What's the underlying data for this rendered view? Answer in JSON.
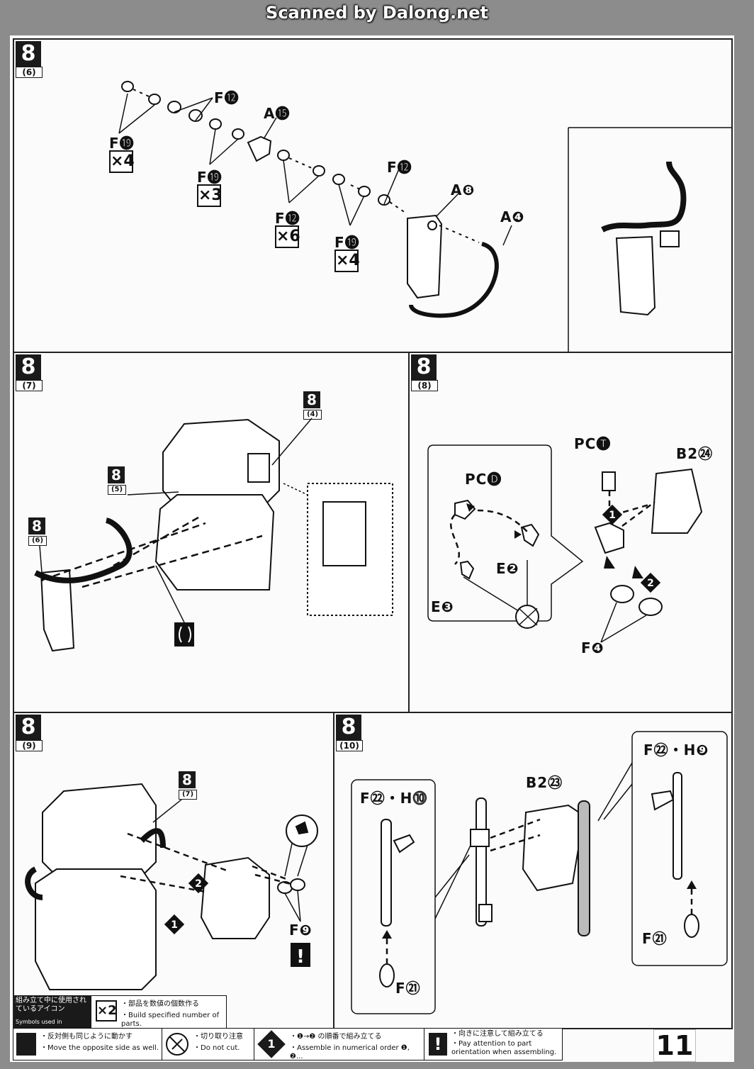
{
  "scanner": "Scanned by Dalong.net",
  "page_number": "11",
  "steps": {
    "s6": {
      "num": "8",
      "sub": "(6)"
    },
    "s7": {
      "num": "8",
      "sub": "(7)"
    },
    "s8": {
      "num": "8",
      "sub": "(8)"
    },
    "s9": {
      "num": "8",
      "sub": "(9)"
    },
    "s10": {
      "num": "8",
      "sub": "(10)"
    }
  },
  "refs": {
    "r4": {
      "num": "8",
      "sub": "(4)"
    },
    "r5": {
      "num": "8",
      "sub": "(5)"
    },
    "r6": {
      "num": "8",
      "sub": "(6)"
    },
    "r7": {
      "num": "8",
      "sub": "(7)"
    }
  },
  "parts6": {
    "f12a": "F⓬",
    "a15": "A⓯",
    "f19a": "F⓳",
    "qty4a": "×4",
    "f19b": "F⓳",
    "qty3": "×3",
    "f12b": "F⓬",
    "qty6": "×6",
    "f12c": "F⓬",
    "f19c": "F⓳",
    "qty4b": "×4",
    "a8": "A❽",
    "a4": "A❹"
  },
  "parts8": {
    "pct": "PC🅣",
    "pcd": "PC🅓",
    "b224": "B2㉔",
    "e2": "E❷",
    "e3": "E❸",
    "f4": "F❹",
    "n1": "1",
    "n2": "2"
  },
  "parts9": {
    "f9": "F❾",
    "n1": "1",
    "n2": "2"
  },
  "parts10": {
    "f22h10": "F㉒・H⓾",
    "b223": "B2㉓",
    "f22h9": "F㉒・H❾",
    "f21a": "F㉑",
    "f21b": "F㉑"
  },
  "legend": {
    "title_jp": "組み立て中に使用されているアイコン",
    "title_en": "Symbols used in instructions",
    "x2_jp": "・部品を数値の個数作る",
    "x2_en": "・Build specified number of parts.",
    "x2_icon": "×2",
    "opp_jp": "・反対側も同じように動かす",
    "opp_en": "・Move the opposite side as well.",
    "cut_jp": "・切り取り注意",
    "cut_en": "・Do not cut.",
    "num_jp": "・❶→❷ の順番で組み立てる",
    "num_en": "・Assemble in numerical order ❶, ❷...",
    "num_icon": "1",
    "att_jp": "・向きに注意して組み立てる",
    "att_en": "・Pay attention to part orientation when assembling.",
    "att_icon": "!"
  },
  "colors": {
    "ink": "#1a1a1a",
    "paper": "#fbfbfb",
    "scan_bg": "#8c8c8c"
  }
}
